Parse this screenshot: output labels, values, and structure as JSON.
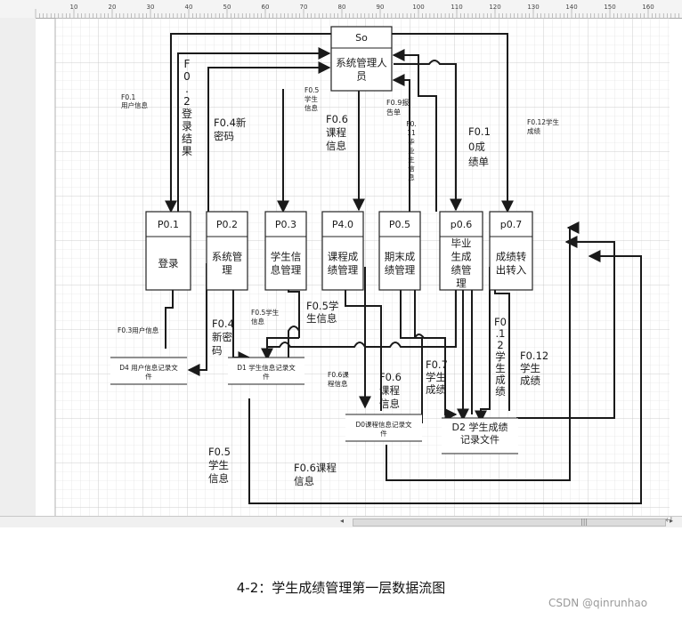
{
  "ruler": {
    "labels": [
      "10",
      "20",
      "30",
      "40",
      "50",
      "60",
      "70",
      "80",
      "90",
      "100",
      "110",
      "120",
      "130",
      "140",
      "150",
      "160"
    ]
  },
  "processes": [
    {
      "id": "sys_admin",
      "code": "So",
      "title_lines": [
        "系统管理人",
        "员"
      ]
    },
    {
      "id": "p01",
      "code": "P0.1",
      "title_lines": [
        "登录"
      ]
    },
    {
      "id": "p02",
      "code": "P0.2",
      "title_lines": [
        "系统管",
        "理"
      ]
    },
    {
      "id": "p03",
      "code": "P0.3",
      "title_lines": [
        "学生信",
        "息管理"
      ]
    },
    {
      "id": "p40",
      "code": "P4.0",
      "title_lines": [
        "课程成",
        "绩管理"
      ]
    },
    {
      "id": "p05",
      "code": "P0.5",
      "title_lines": [
        "期末成",
        "绩管理"
      ]
    },
    {
      "id": "p06",
      "code": "p0.6",
      "title_lines": [
        "毕业",
        "生成",
        "绩管",
        "理"
      ]
    },
    {
      "id": "p07",
      "code": "p0.7",
      "title_lines": [
        "成绩转",
        "出转入"
      ]
    }
  ],
  "stores": [
    {
      "id": "d4",
      "text_lines": [
        "D4  用户信息记录文",
        "件"
      ]
    },
    {
      "id": "d1",
      "text_lines": [
        "D1 学生信息记录文",
        "件"
      ]
    },
    {
      "id": "d0",
      "text_lines": [
        "D0课程信息记录文",
        "件"
      ]
    },
    {
      "id": "d2",
      "text_lines": [
        "D2 学生成绩",
        "记录文件"
      ]
    }
  ],
  "flow_labels": {
    "f01": [
      "F0.1",
      "用户信息"
    ],
    "f02_v": [
      "F",
      "0",
      ".",
      "2",
      "登",
      "录",
      "结",
      "果"
    ],
    "f04_top": [
      "F0.4新",
      "密码"
    ],
    "f05_top": [
      "F0.5",
      "学生",
      "信息"
    ],
    "f06_top": [
      "F0.6",
      "课程",
      "信息"
    ],
    "f09": [
      "F0.9报",
      "告单"
    ],
    "f011_v": [
      "F0.",
      "11",
      "毕",
      "业",
      "生",
      "信",
      "息"
    ],
    "f010": [
      "F0.1",
      "0成",
      "绩单"
    ],
    "f012_top": [
      "F0.12学生",
      "成绩"
    ],
    "f03": [
      "F0.3用户信息"
    ],
    "f04_mid": [
      "F0.4",
      "新密",
      "码"
    ],
    "f05_small": [
      "F0.5学生",
      "信息"
    ],
    "f05_mid": [
      "F0.5学",
      "生信息"
    ],
    "f06_small": [
      "F0.6课",
      "程信息"
    ],
    "f06_mid": [
      "F0.6",
      "课程",
      "信息"
    ],
    "f07": [
      "F0.7",
      "学生",
      "成绩"
    ],
    "f012_v": [
      "F0",
      ".1",
      "2",
      "学",
      "生",
      "成",
      "绩"
    ],
    "f012_right": [
      "F0.12",
      "学生",
      "成绩"
    ],
    "f05_bottom": [
      "F0.5",
      "学生",
      "信息"
    ],
    "f06_bottom": [
      "F0.6课程",
      "信息"
    ]
  },
  "caption": "4-2：学生成绩管理第一层数据流图",
  "watermark": "CSDN @qinrunhao",
  "scrollbar": {
    "left_arrow": "◂",
    "right_arrow": "▸",
    "grip": "|||"
  },
  "return_mark": "↵"
}
